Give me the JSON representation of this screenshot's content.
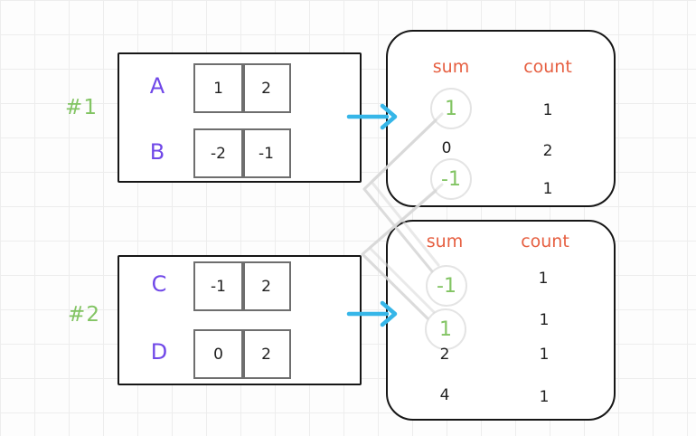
{
  "examples": [
    {
      "label": "#1",
      "arrays": [
        {
          "name": "A",
          "cells": [
            "1",
            "2"
          ]
        },
        {
          "name": "B",
          "cells": [
            "-2",
            "-1"
          ]
        }
      ],
      "result": {
        "sum_header": "sum",
        "count_header": "count",
        "rows": [
          {
            "sum": "1",
            "count": "1",
            "circled": true
          },
          {
            "sum": "0",
            "count": "2",
            "circled": false
          },
          {
            "sum": "-1",
            "count": "1",
            "circled": true
          }
        ]
      }
    },
    {
      "label": "#2",
      "arrays": [
        {
          "name": "C",
          "cells": [
            "-1",
            "2"
          ]
        },
        {
          "name": "D",
          "cells": [
            "0",
            "2"
          ]
        }
      ],
      "result": {
        "sum_header": "sum",
        "count_header": "count",
        "rows": [
          {
            "sum": "-1",
            "count": "1",
            "circled": true
          },
          {
            "sum": "1",
            "count": "1",
            "circled": true
          },
          {
            "sum": "2",
            "count": "1",
            "circled": false
          },
          {
            "sum": "4",
            "count": "1",
            "circled": false
          }
        ]
      }
    }
  ],
  "icons": {
    "arrow_1": "arrow-right-icon",
    "arrow_2": "arrow-right-icon"
  },
  "connectors": [
    {
      "from": "example-1 circled sum 1",
      "to": "example-2 circled sum -1"
    },
    {
      "from": "example-1 circled sum -1",
      "to": "example-2 circled sum 1"
    }
  ],
  "colors": {
    "array_label": "#7048e8",
    "example_label": "#82c463",
    "result_header": "#e65f41",
    "circled_value": "#82c463",
    "arrow": "#36b6e8",
    "connector_line": "#d7d7d7",
    "box_border": "#161616",
    "cell_border": "#6e6e6e"
  }
}
